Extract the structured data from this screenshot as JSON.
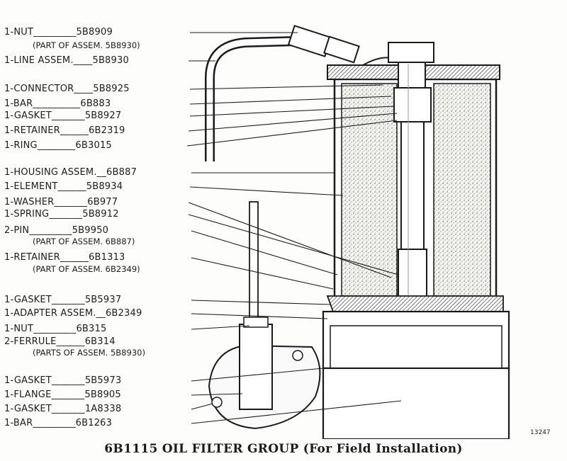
{
  "parts": [
    {
      "label": "1-NUT_________5B8909",
      "note": "(PART OF ASSEM. 5B8930)"
    },
    {
      "label": "1-LINE ASSEM.____5B8930"
    },
    {
      "label": "1-CONNECTOR____5B8925"
    },
    {
      "label": "1-BAR__________6B883"
    },
    {
      "label": "1-GASKET_______5B8927"
    },
    {
      "label": "1-RETAINER______6B2319"
    },
    {
      "label": "1-RING________6B3015"
    },
    {
      "label": "1-HOUSING ASSEM.__6B887"
    },
    {
      "label": "1-ELEMENT______5B8934"
    },
    {
      "label": "1-WASHER_______6B977"
    },
    {
      "label": "1-SPRING_______5B8912"
    },
    {
      "label": "2-PIN_________5B9950",
      "note": "(PART OF ASSEM. 6B887)"
    },
    {
      "label": "1-RETAINER______6B1313",
      "note": "(PART OF ASSEM. 6B2349)"
    },
    {
      "label": "1-GASKET_______5B5937"
    },
    {
      "label": "1-ADAPTER ASSEM.__6B2349"
    },
    {
      "label": "1-NUT_________6B315"
    },
    {
      "label": "2-FERRULE______6B314",
      "note": "(PARTS OF ASSEM. 5B8930)"
    },
    {
      "label": "1-GASKET_______5B5973"
    },
    {
      "label": "1-FLANGE_______5B8905"
    },
    {
      "label": "1-GASKET_______1A8338"
    },
    {
      "label": "1-BAR_________6B1263"
    }
  ],
  "figure_number": "13247",
  "caption": "6B1115 OIL FILTER GROUP (For Field Installation)"
}
